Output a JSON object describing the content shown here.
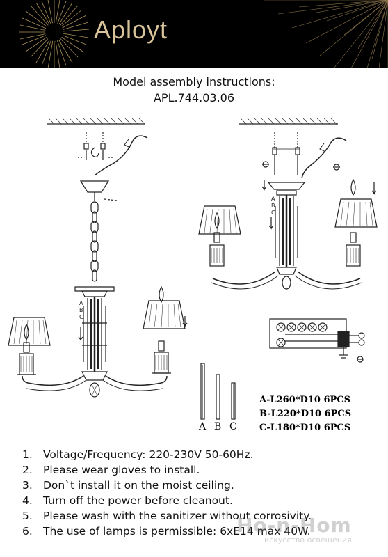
{
  "header": {
    "brand": "Aployt",
    "colors": {
      "background": "#000000",
      "accent": "#d9c39a"
    },
    "logo_icon": "sunburst-icon"
  },
  "title": {
    "line1": "Model assembly instructions:",
    "line2": "APL.744.03.06"
  },
  "diagram": {
    "left_labels": [
      "A",
      "B",
      "C"
    ],
    "right_labels": [
      "A",
      "B",
      "C"
    ],
    "rods": [
      "A",
      "B",
      "C"
    ]
  },
  "parts": [
    "A-L260*D10  6PCS",
    "B-L220*D10  6PCS",
    "C-L180*D10  6PCS"
  ],
  "instructions": [
    {
      "num": "1.",
      "text": "Voltage/Frequency: 220-230V 50-60Hz."
    },
    {
      "num": "2.",
      "text": "Please wear gloves to install."
    },
    {
      "num": "3.",
      "text": "Don`t install it on the moist ceiling."
    },
    {
      "num": "4.",
      "text": "Turn off the power before cleanout."
    },
    {
      "num": "5.",
      "text": "Please wash with the sanitizer without corrosivity."
    },
    {
      "num": "6.",
      "text": "The use of lamps is permissible: 6xE14 max 40W."
    }
  ],
  "watermark": {
    "big": "Ho-n-Hom",
    "small": "искусство освещения"
  }
}
